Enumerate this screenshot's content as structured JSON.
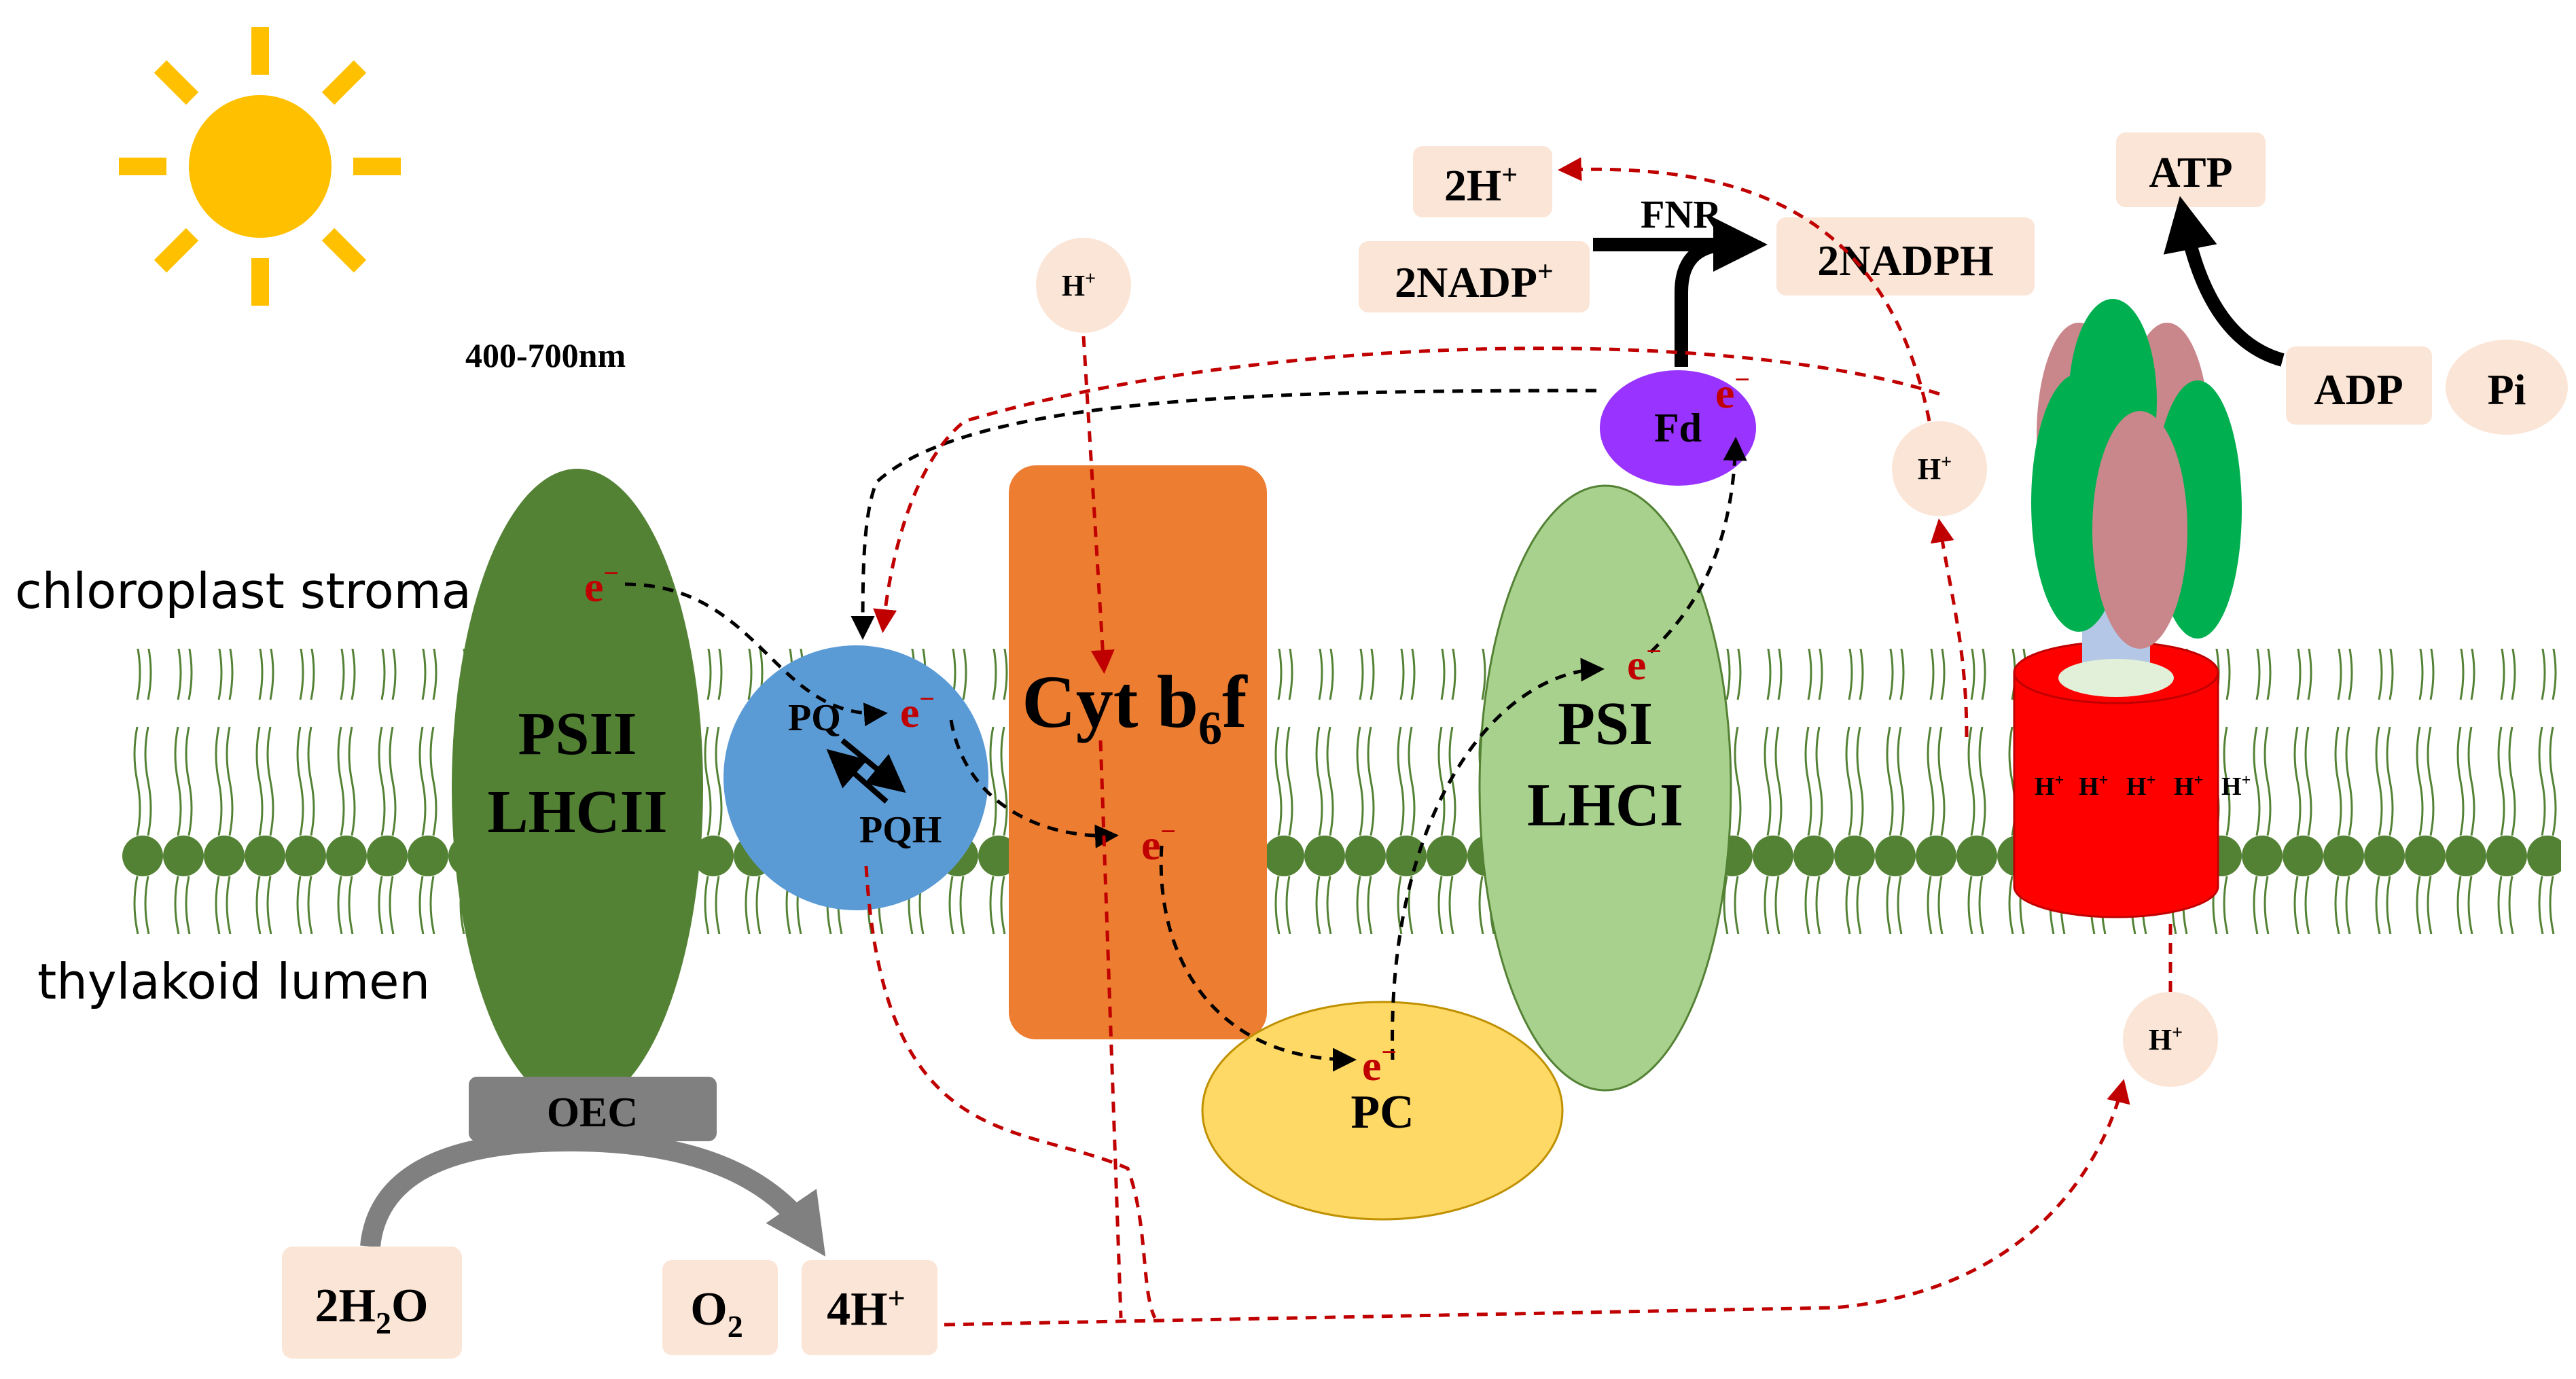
{
  "labels": {
    "wavelength": "400-700nm",
    "stroma": "chloroplast stroma",
    "lumen": "thylakoid lumen",
    "psii_line1": "PSII",
    "psii_line2": "LHCII",
    "oec": "OEC",
    "pq": "PQ",
    "pqh": "PQH",
    "cyt_main": "Cyt b",
    "cyt_sub": "6",
    "cyt_tail": "f",
    "psi_line1": "PSI",
    "psi_line2": "LHCI",
    "pc": "PC",
    "fd": "Fd",
    "fnr": "FNR",
    "electron": "e",
    "electron_sup": "−",
    "h_plus": "H",
    "plus": "+",
    "water_pre": "2H",
    "water_sub": "2",
    "water_post": "O",
    "oxygen": "O",
    "oxygen_sub": "2",
    "four_h": "4H",
    "two_h": "2H",
    "nadp": "2NADP",
    "nadph": "2NADPH",
    "atp": "ATP",
    "adp": "ADP",
    "pi": "Pi",
    "atp_synthase_protons": [
      "H",
      "H",
      "H",
      "H",
      "H"
    ]
  },
  "colors": {
    "sun": "#FFC000",
    "psii": "#548235",
    "pq": "#5B9BD5",
    "cyt": "#ED7D31",
    "psi": "#A9D18E",
    "pc": "#FFD966",
    "fd": "#9933FF",
    "atp_synthase_base": "#FF0000",
    "atp_synthase_green": "#00B050",
    "atp_synthase_pink": "#C9868B",
    "lipid": "#548235",
    "label_bg": "#FBE5D6",
    "electron_text": "#C00000",
    "proton_path": "#C00000",
    "electron_path": "#000000",
    "oec": "#808080"
  }
}
